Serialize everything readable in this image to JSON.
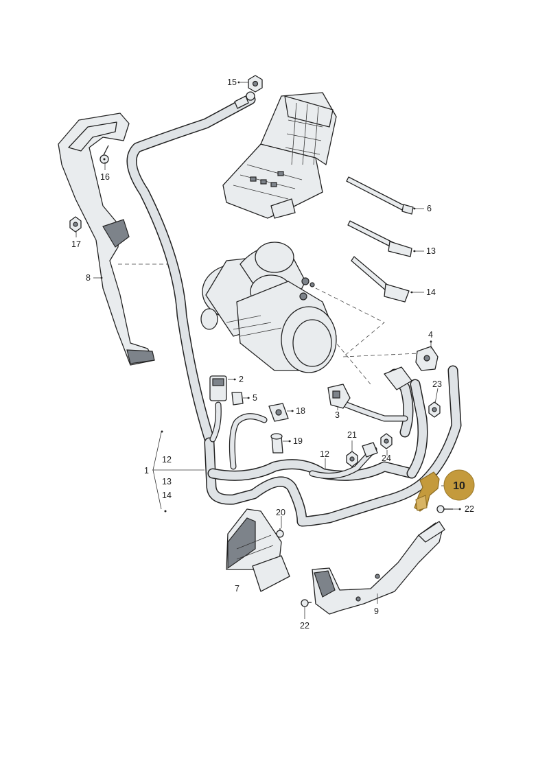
{
  "diagram": {
    "highlight_color": "#c49a3c",
    "callouts": [
      {
        "id": "c15",
        "text": "15"
      },
      {
        "id": "c16",
        "text": "16"
      },
      {
        "id": "c17",
        "text": "17"
      },
      {
        "id": "c8",
        "text": "8"
      },
      {
        "id": "c6",
        "text": "6"
      },
      {
        "id": "c13a",
        "text": "13"
      },
      {
        "id": "c14a",
        "text": "14"
      },
      {
        "id": "c4",
        "text": "4"
      },
      {
        "id": "c2",
        "text": "2"
      },
      {
        "id": "c5",
        "text": "5"
      },
      {
        "id": "c18",
        "text": "18"
      },
      {
        "id": "c19",
        "text": "19"
      },
      {
        "id": "c3",
        "text": "3"
      },
      {
        "id": "c23",
        "text": "23"
      },
      {
        "id": "c21",
        "text": "21"
      },
      {
        "id": "c12b",
        "text": "12"
      },
      {
        "id": "c24",
        "text": "24"
      },
      {
        "id": "c1",
        "text": "1"
      },
      {
        "id": "c12",
        "text": "12"
      },
      {
        "id": "c13",
        "text": "13"
      },
      {
        "id": "c14",
        "text": "14"
      },
      {
        "id": "c10",
        "text": "10"
      },
      {
        "id": "c22a",
        "text": "22"
      },
      {
        "id": "c20",
        "text": "20"
      },
      {
        "id": "c7",
        "text": "7"
      },
      {
        "id": "c9",
        "text": "9"
      },
      {
        "id": "c22b",
        "text": "22"
      }
    ]
  }
}
